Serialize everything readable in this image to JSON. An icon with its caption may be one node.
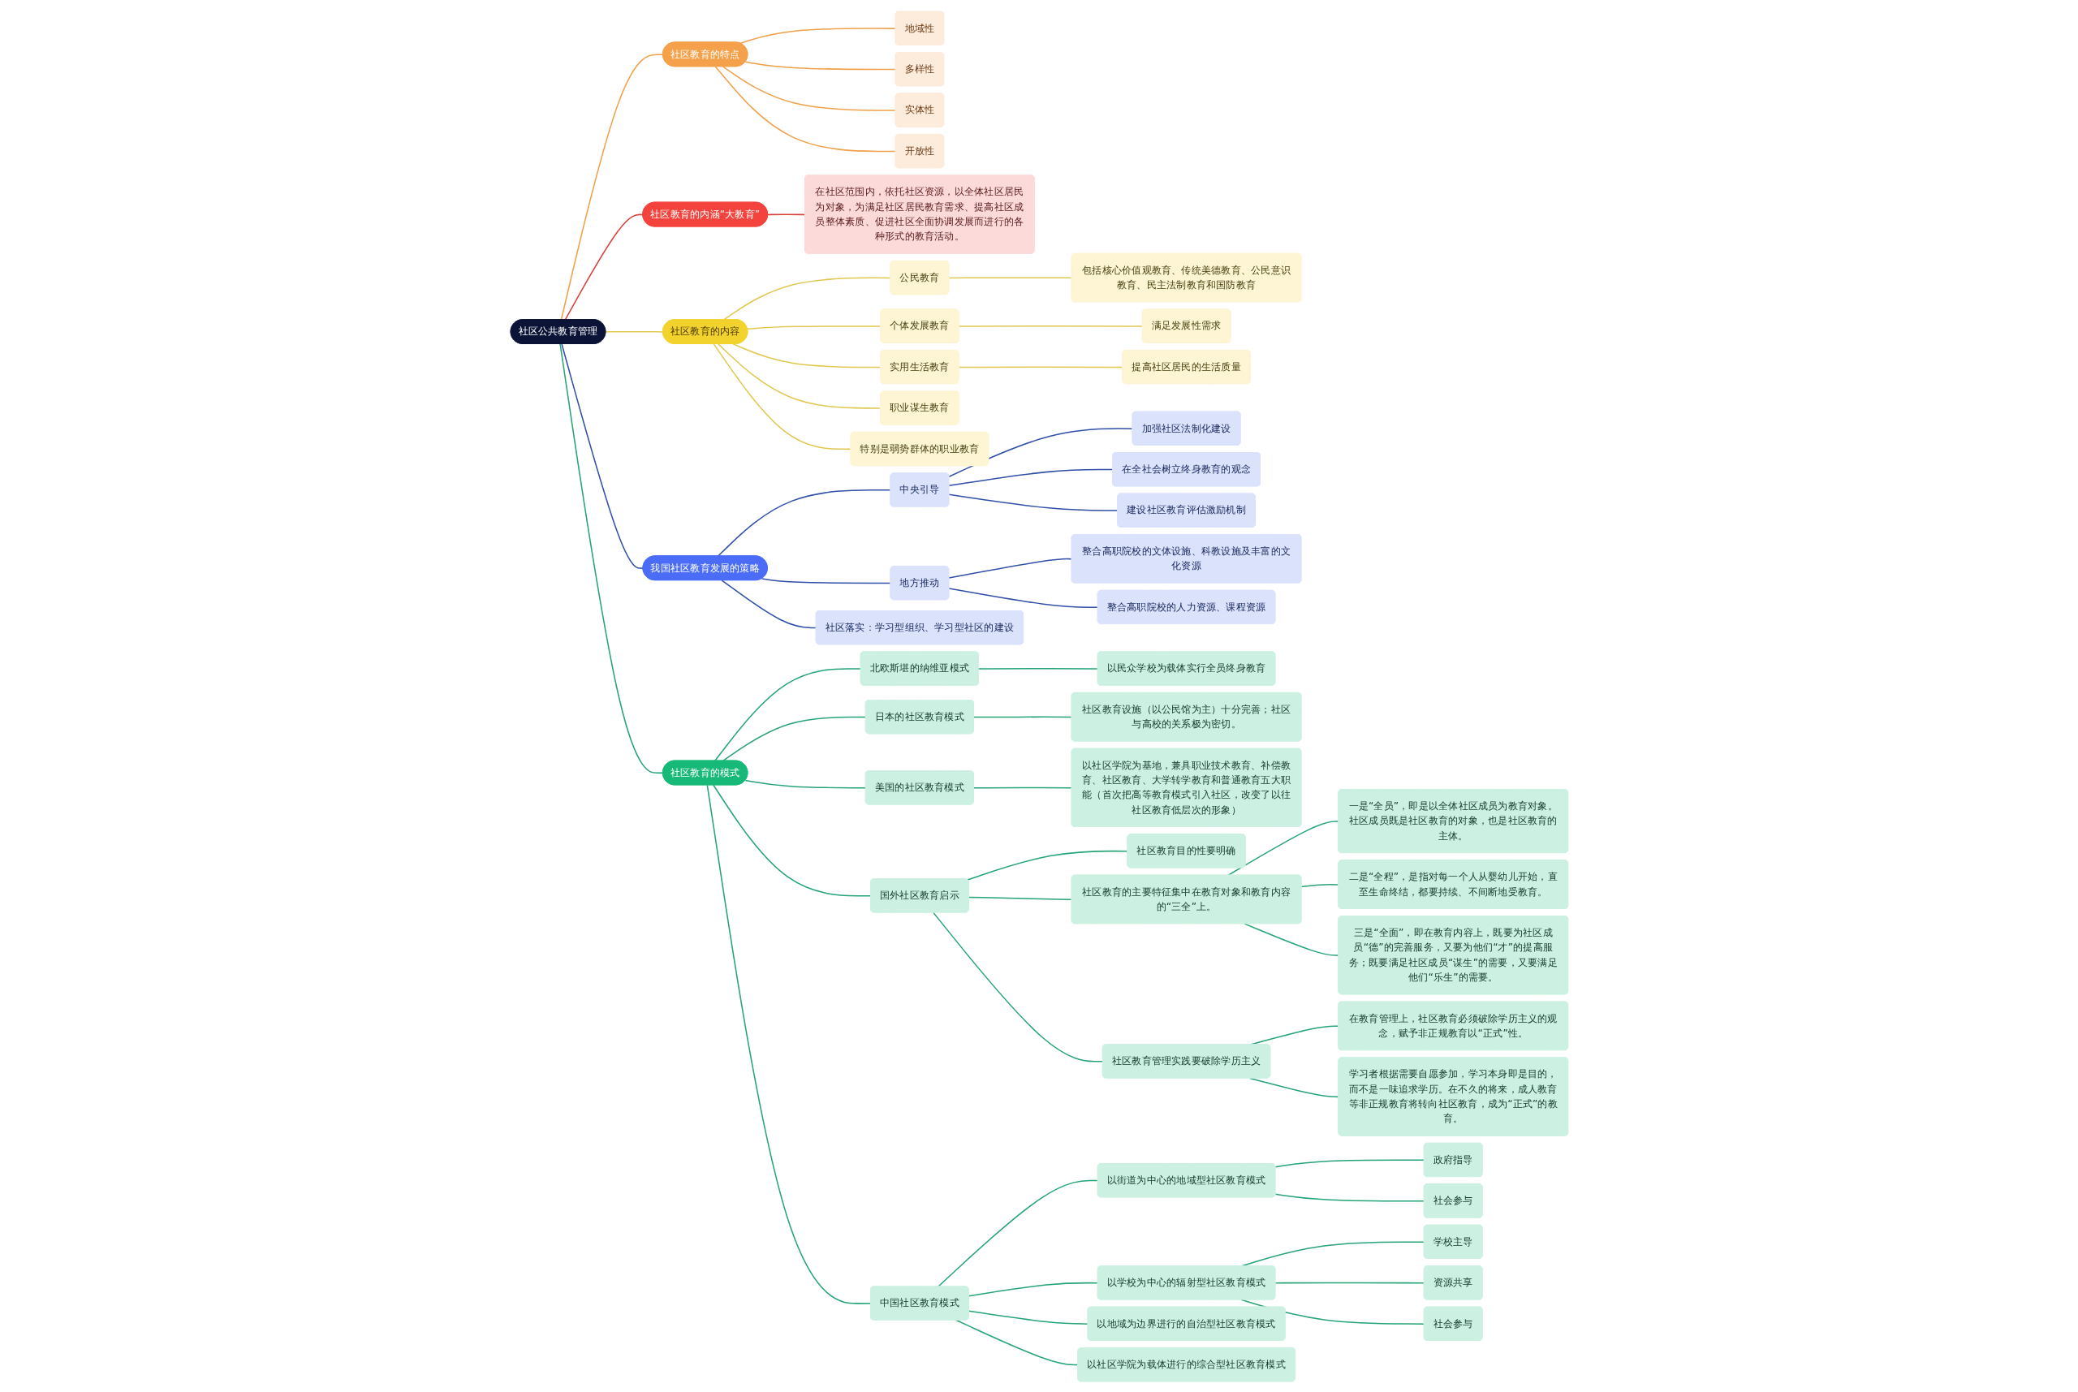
{
  "diagram": {
    "nodes": [
      {
        "text": [
          "社区公共教育管理"
        ]
      },
      {
        "text": [
          "社区教育的特点"
        ]
      },
      {
        "text": [
          "地域性"
        ]
      },
      {
        "text": [
          "多样性"
        ]
      },
      {
        "text": [
          "实体性"
        ]
      },
      {
        "text": [
          "开放性"
        ]
      },
      {
        "text": [
          "社区教育的内涵“大教育”"
        ]
      },
      {
        "text": [
          "在社区范围内，依托社区资源，以全体社区居民为对象，为满足社区居民教育需求、提高社区成员整体素质、促进社区全面协调发展而进行的各种形式的教育活动。"
        ]
      },
      {
        "text": [
          "社区教育的内容"
        ]
      },
      {
        "text": [
          "公民教育"
        ]
      },
      {
        "text": [
          "包括核心价值观教育、传统美德教育、公民意识教育、民主法制教育和国防教育"
        ]
      },
      {
        "text": [
          "个体发展教育"
        ]
      },
      {
        "text": [
          "满足发展性需求"
        ]
      },
      {
        "text": [
          "实用生活教育"
        ]
      },
      {
        "text": [
          "提高社区居民的生活质量"
        ]
      },
      {
        "text": [
          "职业谋生教育"
        ]
      },
      {
        "text": [
          "特别是弱势群体的职业教育"
        ]
      },
      {
        "text": [
          "我国社区教育发展的策略"
        ]
      },
      {
        "text": [
          "中央引导"
        ]
      },
      {
        "text": [
          "加强社区法制化建设"
        ]
      },
      {
        "text": [
          "在全社会树立终身教育的观念"
        ]
      },
      {
        "text": [
          "建设社区教育评估激励机制"
        ]
      },
      {
        "text": [
          "地方推动"
        ]
      },
      {
        "text": [
          "整合高职院校的文体设施、科教设施及丰富的文化资源"
        ]
      },
      {
        "text": [
          "整合高职院校的人力资源、课程资源"
        ]
      },
      {
        "text": [
          "社区落实：学习型组织、学习型社区的建设"
        ]
      },
      {
        "text": [
          "社区教育的模式"
        ]
      },
      {
        "text": [
          "北欧斯堪的纳维亚模式"
        ]
      },
      {
        "text": [
          "以民众学校为载体实行全员终身教育"
        ]
      },
      {
        "text": [
          "日本的社区教育模式"
        ]
      },
      {
        "text": [
          "社区教育设施（以公民馆为主）十分完善；社区与高校的关系极为密切。"
        ]
      },
      {
        "text": [
          "美国的社区教育模式"
        ]
      },
      {
        "text": [
          "以社区学院为基地，兼具职业技术教育、补偿教育、社区教育、大学转学教育和普通教育五大职能（首次把高等教育模式引入社区，改变了以往社区教育低层次的形象）"
        ]
      },
      {
        "text": [
          "国外社区教育启示"
        ]
      },
      {
        "text": [
          "社区教育目的性要明确"
        ]
      },
      {
        "text": [
          "社区教育的主要特征集中在教育对象和教育内容的“三全”上。"
        ]
      },
      {
        "text": [
          "一是“全员”，即是以全体社区成员为教育对象。社区成员既是社区教育的对象，也是社区教育的主体。"
        ]
      },
      {
        "text": [
          "二是“全程”，是指对每一个人从婴幼儿开始，直至生命终结，都要持续、不间断地受教育。"
        ]
      },
      {
        "text": [
          "三是“全面”，即在教育内容上，既要为社区成员“德”的完善服务，又要为他们“才”的提高服务；既要满足社区成员“谋生”的需要，又要满足他们“乐生”的需要。"
        ]
      },
      {
        "text": [
          "社区教育管理实践要破除学历主义"
        ]
      },
      {
        "text": [
          "在教育管理上，社区教育必须破除学历主义的观念，赋予非正规教育以“正式”性。"
        ]
      },
      {
        "text": [
          "学习者根据需要自愿参加，学习本身即是目的，而不是一味追求学历。在不久的将来，成人教育等非正规教育将转向社区教育，成为“正式”的教育。"
        ]
      },
      {
        "text": [
          "中国社区教育模式"
        ]
      },
      {
        "text": [
          "以街道为中心的地域型社区教育模式"
        ]
      },
      {
        "text": [
          "政府指导"
        ]
      },
      {
        "text": [
          "社会参与"
        ]
      },
      {
        "text": [
          "以学校为中心的辐射型社区教育模式"
        ]
      },
      {
        "text": [
          "学校主导"
        ]
      },
      {
        "text": [
          "资源共享"
        ]
      },
      {
        "text": [
          "社会参与"
        ]
      },
      {
        "text": [
          "以地域为边界进行的自治型社区教育模式"
        ]
      },
      {
        "text": [
          "以社区学院为载体进行的综合型社区教育模式"
        ]
      }
    ],
    "edges": [
      {
        "from": 0,
        "to": 1,
        "arrow": "none",
        "color": "#f0a048"
      },
      {
        "from": 1,
        "to": 2,
        "arrow": "none",
        "color": "#f0a048"
      },
      {
        "from": 1,
        "to": 3,
        "arrow": "none",
        "color": "#f0a048"
      },
      {
        "from": 1,
        "to": 4,
        "arrow": "none",
        "color": "#f0a048"
      },
      {
        "from": 1,
        "to": 5,
        "arrow": "none",
        "color": "#f0a048"
      },
      {
        "from": 0,
        "to": 6,
        "arrow": "none",
        "color": "#d9403a"
      },
      {
        "from": 6,
        "to": 7,
        "arrow": "none",
        "color": "#d9403a"
      },
      {
        "from": 0,
        "to": 8,
        "arrow": "none",
        "color": "#e0c850"
      },
      {
        "from": 8,
        "to": 9,
        "arrow": "none",
        "color": "#e0c850"
      },
      {
        "from": 9,
        "to": 10,
        "arrow": "none",
        "color": "#e0c850"
      },
      {
        "from": 8,
        "to": 11,
        "arrow": "none",
        "color": "#e0c850"
      },
      {
        "from": 11,
        "to": 12,
        "arrow": "none",
        "color": "#e0c850"
      },
      {
        "from": 8,
        "to": 13,
        "arrow": "none",
        "color": "#e0c850"
      },
      {
        "from": 13,
        "to": 14,
        "arrow": "none",
        "color": "#e0c850"
      },
      {
        "from": 8,
        "to": 15,
        "arrow": "none",
        "color": "#e0c850"
      },
      {
        "from": 8,
        "to": 16,
        "arrow": "none",
        "color": "#e0c850"
      },
      {
        "from": 0,
        "to": 17,
        "arrow": "none",
        "color": "#2f4fa8"
      },
      {
        "from": 17,
        "to": 18,
        "arrow": "none",
        "color": "#2f4fa8"
      },
      {
        "from": 18,
        "to": 19,
        "arrow": "none",
        "color": "#2f4fa8"
      },
      {
        "from": 18,
        "to": 20,
        "arrow": "none",
        "color": "#2f4fa8"
      },
      {
        "from": 18,
        "to": 21,
        "arrow": "none",
        "color": "#2f4fa8"
      },
      {
        "from": 17,
        "to": 22,
        "arrow": "none",
        "color": "#2f4fa8"
      },
      {
        "from": 22,
        "to": 23,
        "arrow": "none",
        "color": "#2f4fa8"
      },
      {
        "from": 22,
        "to": 24,
        "arrow": "none",
        "color": "#2f4fa8"
      },
      {
        "from": 17,
        "to": 25,
        "arrow": "none",
        "color": "#2f4fa8"
      },
      {
        "from": 0,
        "to": 26,
        "arrow": "none"
      },
      {
        "from": 26,
        "to": 27,
        "arrow": "none"
      },
      {
        "from": 27,
        "to": 28,
        "arrow": "none"
      },
      {
        "from": 26,
        "to": 29,
        "arrow": "none"
      },
      {
        "from": 29,
        "to": 30,
        "arrow": "none"
      },
      {
        "from": 26,
        "to": 31,
        "arrow": "none"
      },
      {
        "from": 31,
        "to": 32,
        "arrow": "none"
      },
      {
        "from": 26,
        "to": 33,
        "arrow": "none"
      },
      {
        "from": 33,
        "to": 34,
        "arrow": "none"
      },
      {
        "from": 33,
        "to": 35,
        "arrow": "none"
      },
      {
        "from": 35,
        "to": 36,
        "arrow": "none"
      },
      {
        "from": 35,
        "to": 37,
        "arrow": "none"
      },
      {
        "from": 35,
        "to": 38,
        "arrow": "none"
      },
      {
        "from": 33,
        "to": 39,
        "arrow": "none"
      },
      {
        "from": 39,
        "to": 40,
        "arrow": "none"
      },
      {
        "from": 39,
        "to": 41,
        "arrow": "none"
      },
      {
        "from": 26,
        "to": 42,
        "arrow": "none"
      },
      {
        "from": 42,
        "to": 43,
        "arrow": "none"
      },
      {
        "from": 43,
        "to": 44,
        "arrow": "none"
      },
      {
        "from": 43,
        "to": 45,
        "arrow": "none"
      },
      {
        "from": 42,
        "to": 46,
        "arrow": "none"
      },
      {
        "from": 46,
        "to": 47,
        "arrow": "none"
      },
      {
        "from": 46,
        "to": 48,
        "arrow": "none"
      },
      {
        "from": 46,
        "to": 49,
        "arrow": "none"
      },
      {
        "from": 42,
        "to": 50,
        "arrow": "none"
      },
      {
        "from": 42,
        "to": 51,
        "arrow": "none"
      }
    ]
  }
}
